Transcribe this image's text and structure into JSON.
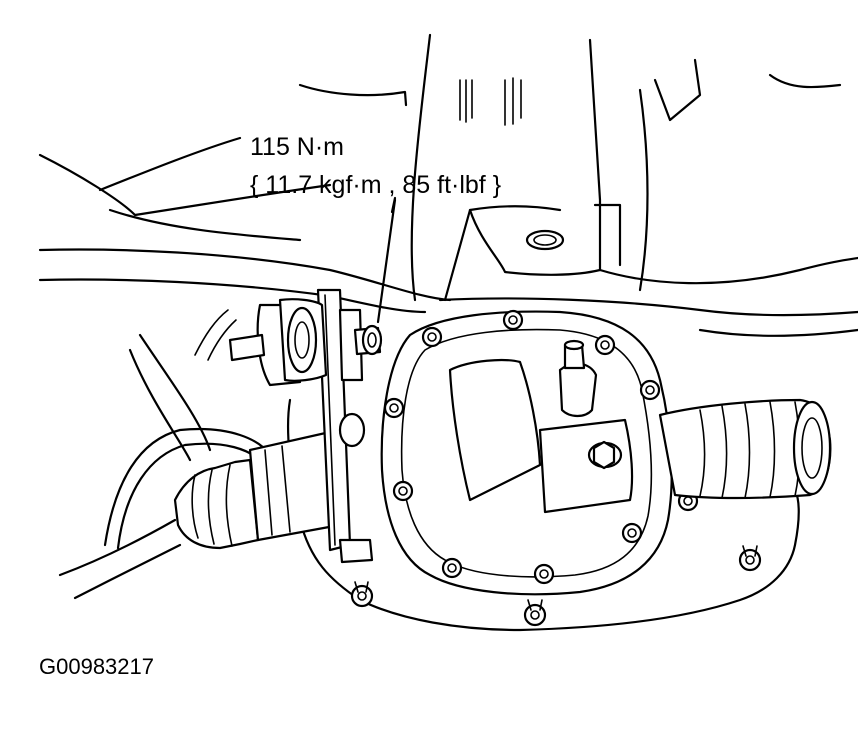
{
  "annotation": {
    "torque_metric": "115 N·m",
    "torque_alt": "{ 11.7 kgf·m , 85 ft·lbf }"
  },
  "figure_id": "G00983217",
  "colors": {
    "line": "#000000",
    "background": "#ffffff"
  }
}
